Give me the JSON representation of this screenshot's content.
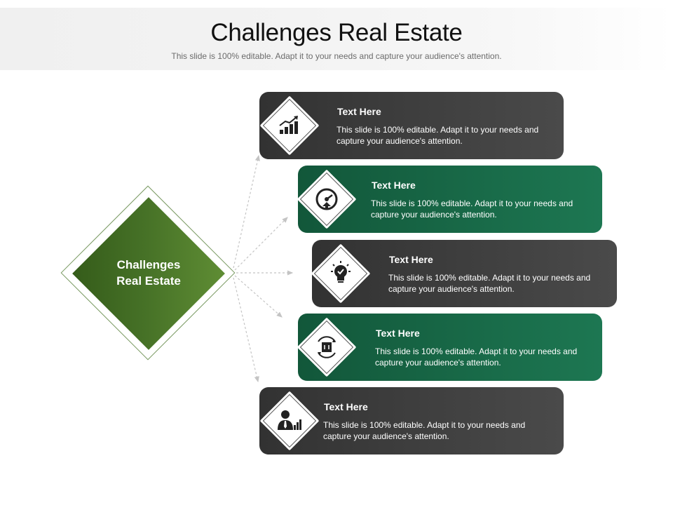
{
  "header": {
    "title": "Challenges Real Estate",
    "subtitle": "This slide is 100% editable. Adapt it to your needs and capture your audience's attention."
  },
  "center": {
    "label_line1": "Challenges",
    "label_line2": "Real Estate",
    "color": "#4a7a28"
  },
  "items": [
    {
      "title": "Text Here",
      "text": "This slide is 100% editable. Adapt it to your needs and capture your audience's attention.",
      "icon": "growth-chart-icon",
      "color": "#3d3d3d"
    },
    {
      "title": "Text Here",
      "text": "This slide is 100% editable. Adapt it to your needs and capture your audience's attention.",
      "icon": "speedometer-icon",
      "color": "#176645"
    },
    {
      "title": "Text Here",
      "text": "This slide is 100% editable. Adapt it to your needs and capture your audience's attention.",
      "icon": "lightbulb-check-icon",
      "color": "#3d3d3d"
    },
    {
      "title": "Text Here",
      "text": "This slide is 100% editable. Adapt it to your needs and capture your audience's attention.",
      "icon": "box-cycle-icon",
      "color": "#176645"
    },
    {
      "title": "Text Here",
      "text": "This slide is 100% editable. Adapt it to your needs and capture your audience's attention.",
      "icon": "businessman-chart-icon",
      "color": "#3d3d3d"
    }
  ]
}
